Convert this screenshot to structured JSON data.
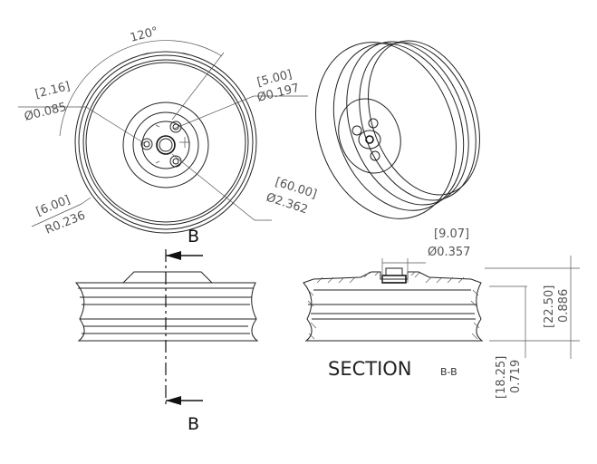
{
  "dimensions": {
    "angle": "120°",
    "hole_small_mm": "[2.16]",
    "hole_small_in": "Ø0.085",
    "hole_mid_mm": "[5.00]",
    "hole_mid_in": "Ø0.197",
    "fillet_mm": "[6.00]",
    "fillet_in": "R0.236",
    "outer_mm": "[60.00]",
    "outer_in": "Ø2.362",
    "center_mm": "[9.07]",
    "center_in": "Ø0.357",
    "height_mm": "[22.50]",
    "height_in": "0.886",
    "lower_mm": "[18.25]",
    "lower_in": "0.719"
  },
  "section": {
    "title": "SECTION",
    "id": "B-B",
    "marker_top": "B",
    "marker_bottom": "B"
  }
}
